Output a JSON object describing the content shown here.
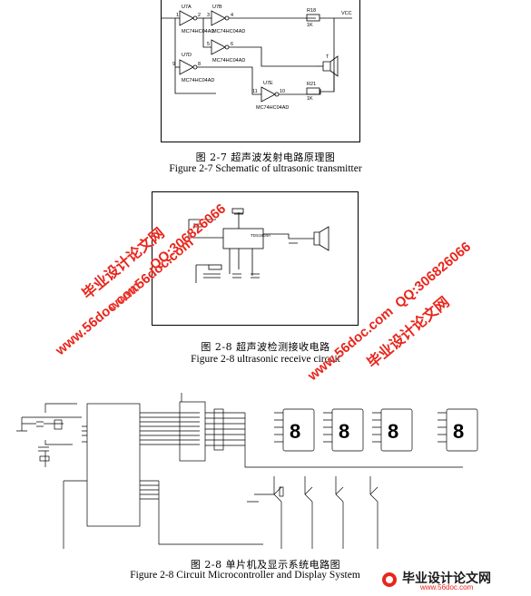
{
  "figure_1": {
    "caption_cn": "图 2-7 超声波发射电路原理图",
    "caption_en": "Figure 2-7 Schematic of ultrasonic transmitter",
    "labels": {
      "u7a": "U7A",
      "u7b": "U7B",
      "u7d": "U7D",
      "u7e": "U7E",
      "ic_a": "MC74HC04AD",
      "ic_b": "MC74HC04AD",
      "ic_c": "MC74HC04AD",
      "ic_d": "MC74HC04AD",
      "ic_e": "MC74HC04AD",
      "r18": "R18",
      "r21": "R21",
      "r_val_1": "1K",
      "r_val_2": "1K",
      "vcc": "VCC",
      "t": "T",
      "pin1": "1",
      "pin2": "2",
      "pin3": "3",
      "pin4": "4",
      "pin5": "5",
      "pin6": "6",
      "pin9": "9",
      "pin8": "8",
      "pin11": "11",
      "pin10": "10"
    }
  },
  "figure_2": {
    "caption_cn": "图 2-8 超声波检测接收电路",
    "caption_en": "Figure 2-8 ultrasonic receive circuit",
    "labels": {
      "chip": "TDS1904A"
    }
  },
  "figure_3": {
    "caption_cn": "图 2-8 单片机及显示系统电路图",
    "caption_en": "Figure 2-8 Circuit Microcontroller and Display System",
    "digit": "8"
  },
  "watermarks": {
    "qq": "QQ:306826066",
    "site": "www.56doc.com",
    "brand": "毕业设计论文网"
  },
  "footer_logo": {
    "brand": "毕业设计论文网",
    "url": "www.56doc.com"
  },
  "colors": {
    "watermark": "#e8261c",
    "logo_text": "#1a1a1a"
  }
}
